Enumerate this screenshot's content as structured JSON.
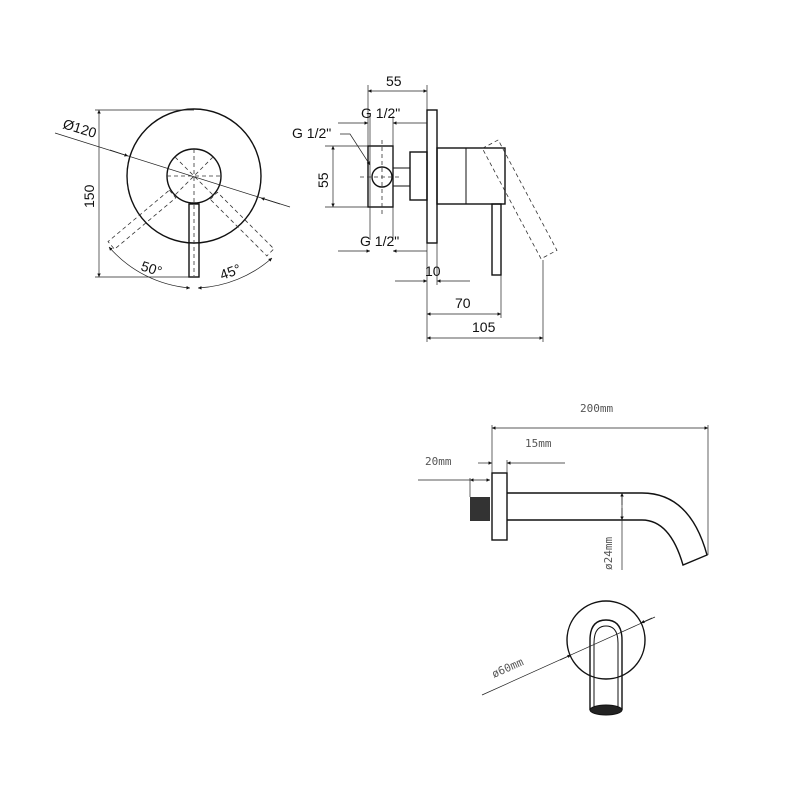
{
  "front_view": {
    "diameter_label": "Ø120",
    "height_label": "150",
    "angle_left_label": "50°",
    "angle_right_label": "45°"
  },
  "side_view": {
    "depth_label": "55",
    "thread_top_label": "G 1/2\"",
    "thread_side_label": "G 1/2\"",
    "height_label": "55",
    "thread_bottom_label": "G 1/2\"",
    "plate_label": "10",
    "handle_label": "70",
    "total_label": "105"
  },
  "spout_side": {
    "length_label": "200mm",
    "flange_label": "15mm",
    "thread_label": "20mm",
    "pipe_diameter_label": "ø24mm"
  },
  "spout_front": {
    "flange_diameter_label": "ø60mm"
  }
}
